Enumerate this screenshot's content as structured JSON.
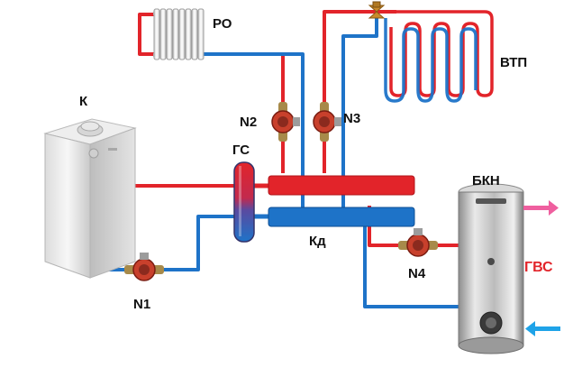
{
  "labels": {
    "boiler": "К",
    "radiator": "РО",
    "underfloor": "ВТП",
    "separator": "ГС",
    "collector": "Кд",
    "tank": "БКН",
    "dhw": "ГВС",
    "pump1": "N1",
    "pump2": "N2",
    "pump3": "N3",
    "pump4": "N4"
  },
  "colors": {
    "supply": "#e2242a",
    "return": "#1e73c8"
  },
  "icons": {
    "boiler": "gas-boiler-icon",
    "radiator": "radiator-icon",
    "underfloor": "floor-heating-coil-icon",
    "separator": "hydraulic-separator-icon",
    "collector": "manifold-icon",
    "tank": "indirect-water-heater-icon",
    "pump": "circulation-pump-icon",
    "valve": "mixing-valve-icon"
  }
}
